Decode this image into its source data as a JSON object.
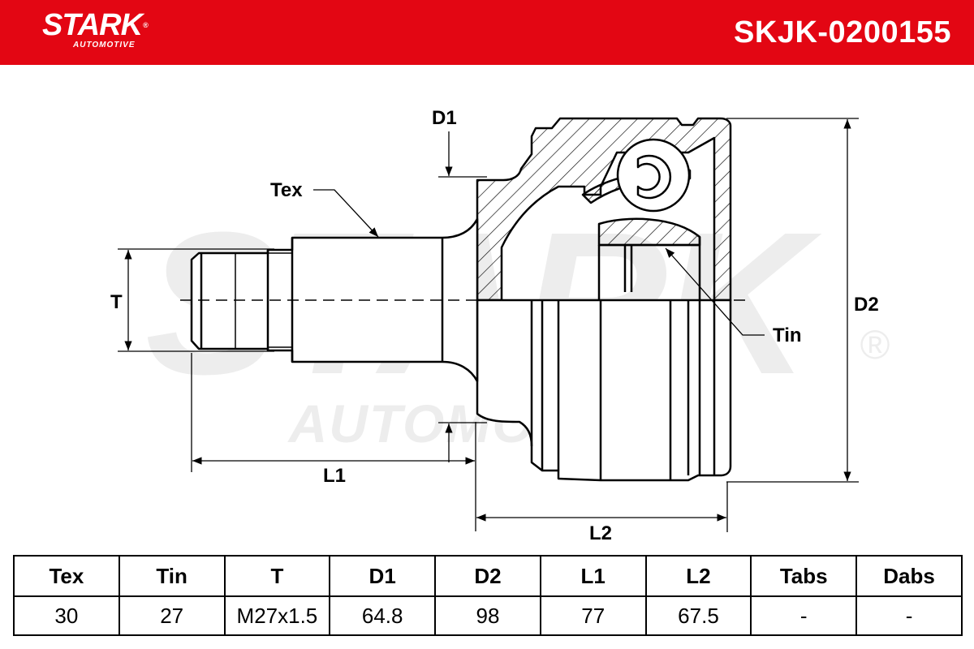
{
  "brand": {
    "name": "STARK",
    "registered": "®",
    "subtitle": "AUTOMOTIVE"
  },
  "part_number": "SKJK-0200155",
  "watermark": {
    "text": "STARK",
    "subtitle": "AUTOMOTIVE",
    "registered": "®"
  },
  "diagram_labels": {
    "tex": "Tex",
    "tin": "Tin",
    "t": "T",
    "d1": "D1",
    "d2": "D2",
    "l1": "L1",
    "l2": "L2"
  },
  "spec_table": {
    "headers": [
      "Tex",
      "Tin",
      "T",
      "D1",
      "D2",
      "L1",
      "L2",
      "Tabs",
      "Dabs"
    ],
    "values": [
      "30",
      "27",
      "M27x1.5",
      "64.8",
      "98",
      "77",
      "67.5",
      "-",
      "-"
    ]
  },
  "colors": {
    "header_red": "#e30613",
    "watermark_gray": "#ededed",
    "line": "#000000"
  }
}
